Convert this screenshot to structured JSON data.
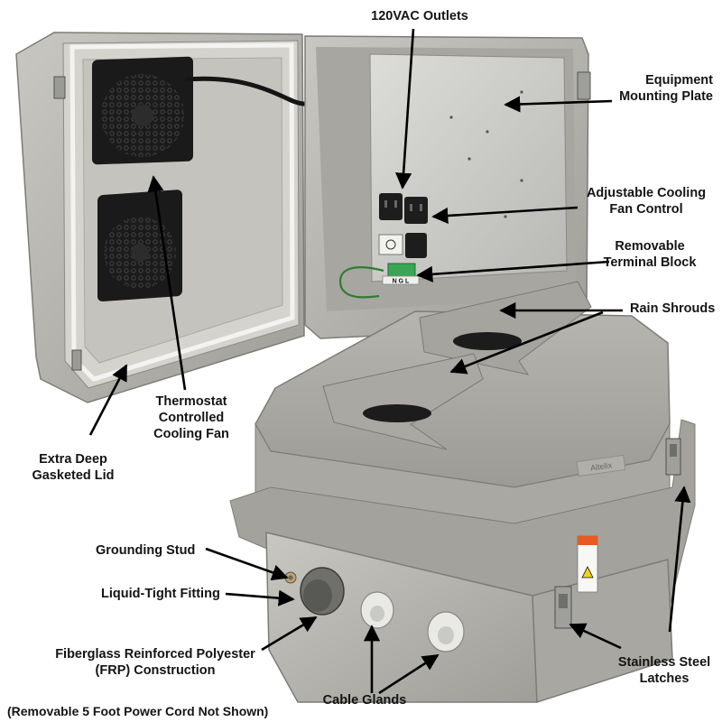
{
  "image": {
    "description_labels": {
      "outlets": "120VAC Outlets",
      "mounting_plate_1": "Equipment",
      "mounting_plate_2": "Mounting Plate",
      "fan_control_1": "Adjustable Cooling",
      "fan_control_2": "Fan Control",
      "terminal_block_1": "Removable",
      "terminal_block_2": "Terminal Block",
      "rain_shrouds": "Rain Shrouds",
      "thermostat_1": "Thermostat",
      "thermostat_2": "Controlled",
      "thermostat_3": "Cooling Fan",
      "gasket_lid_1": "Extra Deep",
      "gasket_lid_2": "Gasketed Lid",
      "grounding_stud": "Grounding Stud",
      "liquid_tight": "Liquid-Tight Fitting",
      "frp_1": "Fiberglass Reinforced Polyester",
      "frp_2": "(FRP) Construction",
      "cable_glands": "Cable Glands",
      "latches_1": "Stainless Steel",
      "latches_2": "Latches",
      "footnote": "(Removable 5 Foot Power Cord Not Shown)"
    },
    "terminal_letters": "N G L",
    "brand_plate": "Altelix",
    "colors": {
      "enclosure_gray": "#b9b8b3",
      "enclosure_dark": "#8e8d88",
      "plate_silver": "#c9c9c6",
      "fan_black": "#1b1b1b",
      "terminal_green": "#3aa655",
      "warning_orange": "#e85a1f",
      "warning_yellow": "#f2d11f",
      "label_text": "#141414",
      "arrow": "#000000"
    }
  }
}
